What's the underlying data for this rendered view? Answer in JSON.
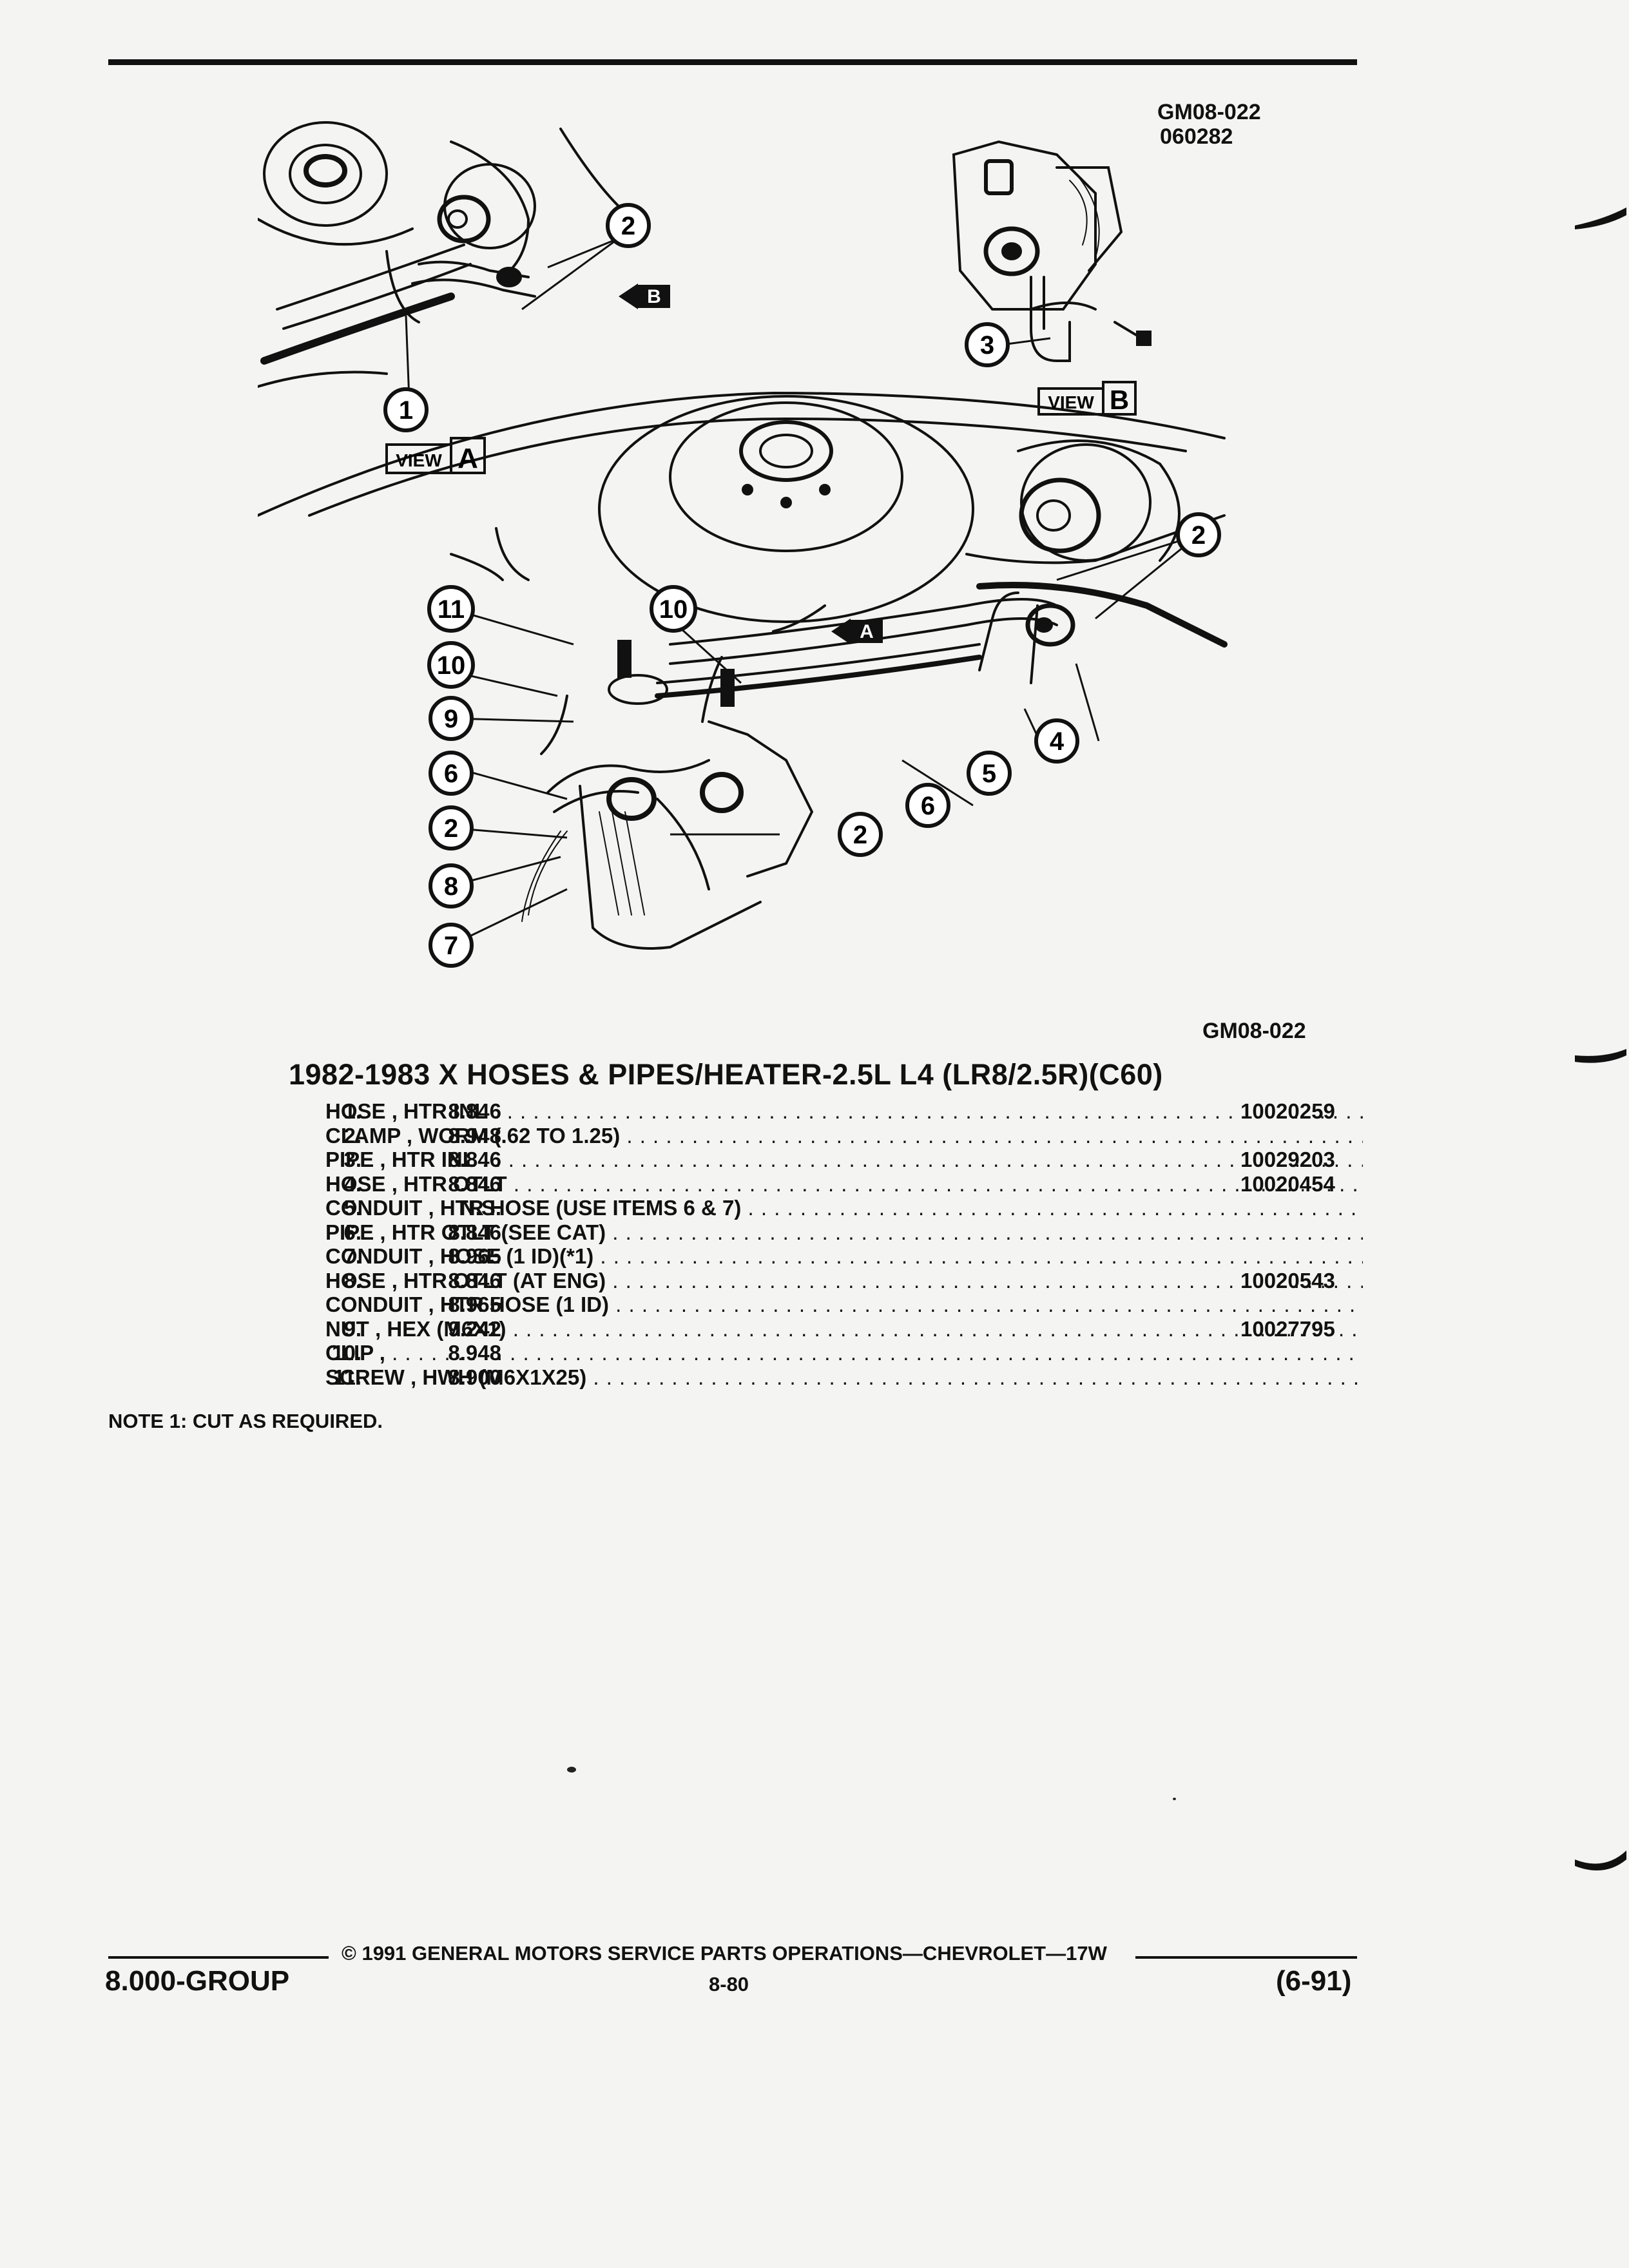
{
  "figure": {
    "id_top": "GM08-022",
    "date_code": "060282",
    "id_bottom": "GM08-022",
    "view_a_label": "VIEW",
    "view_a_letter": "A",
    "view_b_label": "VIEW",
    "view_b_letter": "B",
    "arrow_a": "A",
    "arrow_b": "B",
    "callouts": [
      "1",
      "2",
      "3",
      "4",
      "5",
      "6",
      "7",
      "8",
      "9",
      "10",
      "11"
    ]
  },
  "parts_list": {
    "title": "1982-1983 X HOSES & PIPES/HEATER-2.5L L4 (LR8/2.5R)(C60)",
    "rows": [
      {
        "num": "1.",
        "code": "8.846",
        "desc": "HOSE , HTR INL",
        "pn": "10020259"
      },
      {
        "num": "2.",
        "code": "8.948",
        "desc": "CLAMP , WORM (.62 TO 1.25)",
        "pn": ""
      },
      {
        "num": "3.",
        "code": "8.846",
        "desc": "PIPE , HTR INL",
        "pn": "10029203"
      },
      {
        "num": "4.",
        "code": "8.846",
        "desc": "HOSE , HTR OTLT",
        "pn": "10020454"
      },
      {
        "num": "5.",
        "code": "N.S.",
        "desc": "CONDUIT , HTR HOSE (USE ITEMS 6 & 7)",
        "pn": ""
      },
      {
        "num": "6.",
        "code": "8.846",
        "desc": "PIPE , HTR OTLT (SEE CAT)",
        "pn": ""
      },
      {
        "num": "7.",
        "code": "8.965",
        "desc": "CONDUIT , HOSE (1 ID)(*1)",
        "pn": ""
      },
      {
        "num": "8.",
        "code": "8.846",
        "desc": "HOSE , HTR OTLT (AT ENG)",
        "pn": "10020543"
      },
      {
        "num": "",
        "code": "8.965",
        "desc": "CONDUIT , HTR HOSE (1 ID)",
        "pn": ""
      },
      {
        "num": "9.",
        "code": "9.242",
        "desc": "NUT , HEX (M6X1)",
        "pn": "10027795"
      },
      {
        "num": "10.",
        "code": "8.948",
        "desc": "CLIP ,",
        "pn": ""
      },
      {
        "num": "11.",
        "code": "8.900",
        "desc": "SCREW , HWH (M6X1X25)",
        "pn": ""
      }
    ],
    "note": "NOTE  1:  CUT AS REQUIRED."
  },
  "footer": {
    "copyright": "©  1991  GENERAL MOTORS SERVICE PARTS OPERATIONS—CHEVROLET—17W",
    "group": "8.000-GROUP",
    "page": "8-80",
    "revision": "(6-91)"
  }
}
